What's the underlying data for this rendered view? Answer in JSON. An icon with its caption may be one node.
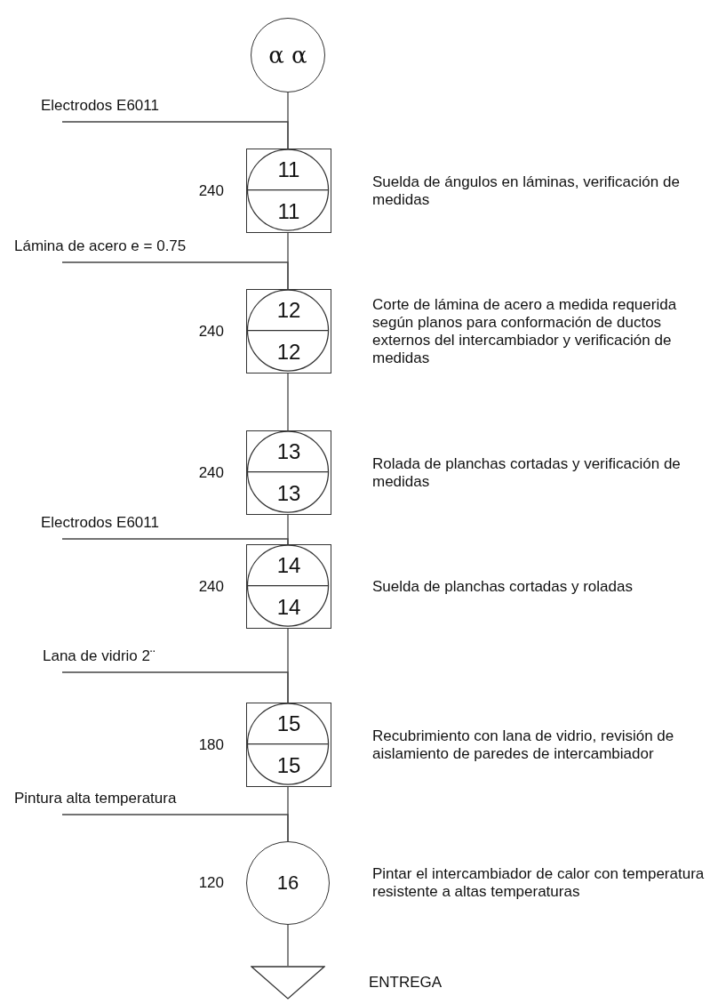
{
  "diagram": {
    "nodes": [
      {
        "text": [
          "α α"
        ]
      },
      {
        "text": [
          "Electrodos E6011"
        ]
      },
      {
        "text": [
          "11",
          "11"
        ],
        "beside": [
          "240",
          "Suelda de ángulos en láminas, verificación de medidas"
        ]
      },
      {
        "text": [
          "Lámina de acero e = 0.75"
        ]
      },
      {
        "text": [
          "12",
          "12"
        ],
        "beside": [
          "240",
          "Corte de lámina de acero a medida requerida según planos para conformación de ductos externos del intercambiador y verificación de medidas"
        ]
      },
      {
        "text": [
          "13",
          "13"
        ],
        "beside": [
          "240",
          "Rolada de planchas cortadas y verificación de medidas"
        ]
      },
      {
        "text": [
          "Electrodos E6011"
        ]
      },
      {
        "text": [
          "14",
          "14"
        ],
        "beside": [
          "240",
          "Suelda de planchas cortadas y roladas"
        ]
      },
      {
        "text": [
          "Lana de vidrio 2¨"
        ]
      },
      {
        "text": [
          "15",
          "15"
        ],
        "beside": [
          "180",
          "Recubrimiento con lana de vidrio, revisión de aislamiento de paredes de intercambiador"
        ]
      },
      {
        "text": [
          "Pintura alta temperatura"
        ]
      },
      {
        "text": [
          "16"
        ],
        "beside": [
          "120",
          "Pintar el intercambiador de calor con temperatura resistente a altas temperaturas"
        ]
      },
      {
        "text": [],
        "shape": "triangle",
        "beside": [
          "ENTREGA"
        ]
      }
    ],
    "edges": [
      {
        "from": 0,
        "to": 2,
        "arrow": "none"
      },
      {
        "from": 1,
        "to": 2,
        "arrow": "none"
      },
      {
        "from": 2,
        "to": 4,
        "arrow": "none"
      },
      {
        "from": 3,
        "to": 4,
        "arrow": "none"
      },
      {
        "from": 4,
        "to": 5,
        "arrow": "none"
      },
      {
        "from": 5,
        "to": 7,
        "arrow": "none"
      },
      {
        "from": 6,
        "to": 7,
        "arrow": "none"
      },
      {
        "from": 7,
        "to": 9,
        "arrow": "none"
      },
      {
        "from": 8,
        "to": 9,
        "arrow": "none"
      },
      {
        "from": 9,
        "to": 11,
        "arrow": "none"
      },
      {
        "from": 10,
        "to": 11,
        "arrow": "none"
      },
      {
        "from": 11,
        "to": 12,
        "arrow": "none"
      }
    ]
  }
}
